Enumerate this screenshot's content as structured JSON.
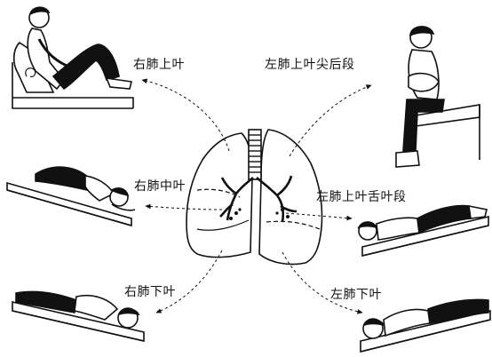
{
  "labels": {
    "right_upper_lobe": "右肺上叶",
    "left_upper_lobe_apicoposterior": "左肺上叶尖后段",
    "right_middle_lobe": "右肺中叶",
    "left_upper_lobe_lingular": "左肺上叶舌叶段",
    "right_lower_lobe": "右肺下叶",
    "left_lower_lobe": "左肺下叶"
  },
  "colors": {
    "ink": "#111111",
    "fill": "#ffffff",
    "hair": "#111111"
  }
}
